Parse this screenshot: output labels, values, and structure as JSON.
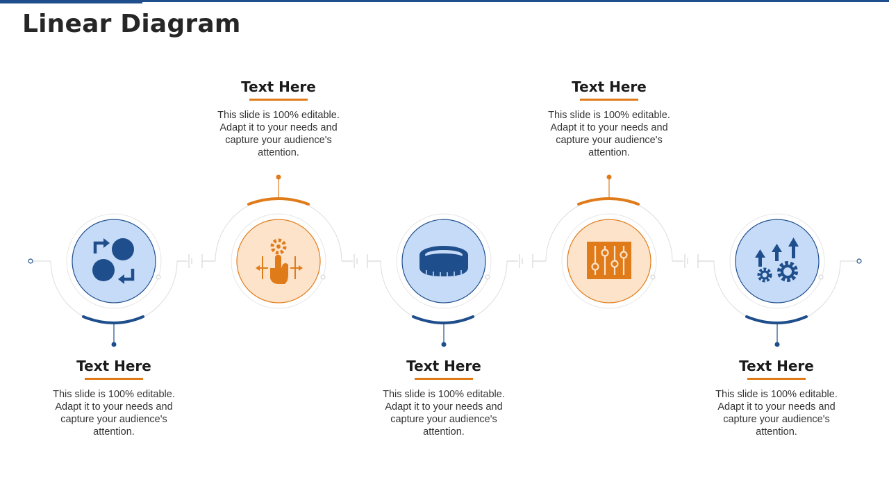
{
  "title": "Linear Diagram",
  "colors": {
    "blue": "#1f4e8c",
    "blue_fill": "#c5dbf7",
    "orange": "#e07b1a",
    "orange_fill": "#fce3ca"
  },
  "steps": [
    {
      "heading": "Text Here",
      "body": "This slide is 100% editable. Adapt it to your needs and capture your audience's attention.",
      "icon": "swap-arrows-icon",
      "accent": "blue",
      "label_position": "bottom"
    },
    {
      "heading": "Text Here",
      "body": "This slide is 100% editable. Adapt it to your needs and capture your audience's attention.",
      "icon": "touch-gear-icon",
      "accent": "orange",
      "label_position": "top"
    },
    {
      "heading": "Text Here",
      "body": "This slide is 100% editable. Adapt it to your needs and capture your audience's attention.",
      "icon": "puck-icon",
      "accent": "blue",
      "label_position": "bottom"
    },
    {
      "heading": "Text Here",
      "body": "This slide is 100% editable. Adapt it to your needs and capture your audience's attention.",
      "icon": "equalizer-sliders-icon",
      "accent": "orange",
      "label_position": "top"
    },
    {
      "heading": "Text Here",
      "body": "This slide is 100% editable. Adapt it to your needs and capture your audience's attention.",
      "icon": "gears-growth-icon",
      "accent": "blue",
      "label_position": "bottom"
    }
  ]
}
